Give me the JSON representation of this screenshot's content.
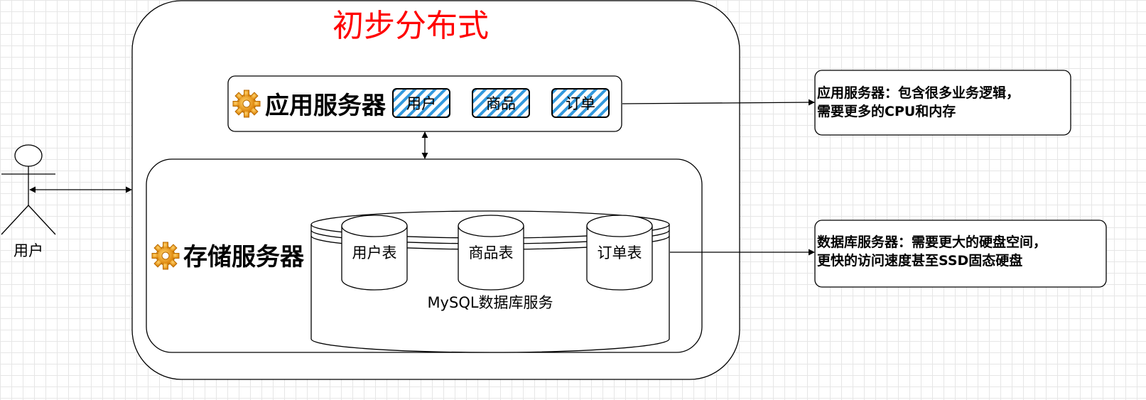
{
  "title": "初步分布式",
  "user": {
    "label": "用户"
  },
  "app_server": {
    "label": "应用服务器",
    "modules": [
      "用户",
      "商品",
      "订单"
    ]
  },
  "storage_server": {
    "label": "存储服务器",
    "database": {
      "label": "MySQL数据库服务",
      "tables": [
        "用户表",
        "商品表",
        "订单表"
      ]
    }
  },
  "notes": {
    "app": [
      "应用服务器：包含很多业务逻辑，",
      "需要更多的CPU和内存"
    ],
    "db": [
      "数据库服务器：需要更大的硬盘空间，",
      "更快的访问速度甚至SSD固态硬盘"
    ]
  },
  "colors": {
    "title": "#ff0000",
    "hatch": "#3399dd",
    "gear": "#f0a030"
  }
}
